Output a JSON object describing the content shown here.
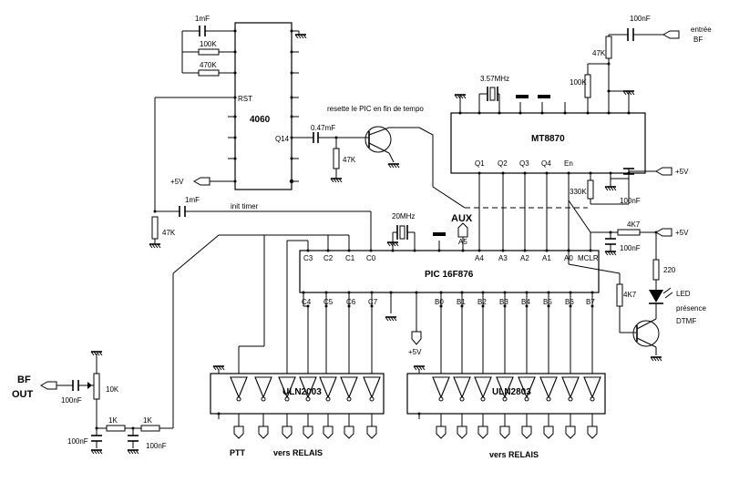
{
  "chips": {
    "counter": "4060",
    "dtmf": "MT8870",
    "pic": "PIC 16F876",
    "drv1": "ULN2003",
    "drv2": "ULN2803"
  },
  "pins": {
    "rst": "RST",
    "q14": "Q14",
    "mt": [
      "Q1",
      "Q2",
      "Q3",
      "Q4",
      "En"
    ],
    "pic_top": [
      "C3",
      "C2",
      "C1",
      "C0",
      "A5",
      "A4",
      "A3",
      "A2",
      "A1",
      "A0",
      "MCLR"
    ],
    "pic_bottom": [
      "C4",
      "C5",
      "C6",
      "C7",
      "B0",
      "B1",
      "B2",
      "B3",
      "B4",
      "B5",
      "B6",
      "B7"
    ]
  },
  "components": {
    "c_1mf_top": "1mF",
    "r_100k": "100K",
    "r_470k": "470K",
    "c_047": "0.47mF",
    "r_47k_q": "47K",
    "crystal_mt": "3.57MHz",
    "r_100k_mt": "100K",
    "r_47k_mt": "47K",
    "c_100nf_in": "100nF",
    "r_330k": "330K",
    "c_100nf_en": "100nF",
    "c_1mf_timer": "1mF",
    "r_47k_timer": "47K",
    "crystal_pic": "20MHz",
    "r_4k7_mclr": "4K7",
    "c_100nf_mclr": "100nF",
    "r_4k7_base": "4K7",
    "r_220": "220",
    "pot_10k": "10K",
    "r_1k_a": "1K",
    "r_1k_b": "1K",
    "c_100nf_out": "100nF",
    "c_100nf_f1": "100nF",
    "c_100nf_f2": "100nF"
  },
  "labels": {
    "reset_note": "resette le PIC en fin de tempo",
    "init_timer": "init timer",
    "aux": "AUX",
    "plus5v_1": "+5V",
    "plus5v_2": "+5V",
    "plus5v_3": "+5V",
    "plus5v_4": "+5V",
    "entree_bf_1": "entrée",
    "entree_bf_2": "BF",
    "bf_out_1": "BF",
    "bf_out_2": "OUT",
    "led_1": "LED",
    "led_2": "présence",
    "led_3": "DTMF",
    "ptt": "PTT",
    "vers_relais_1": "vers RELAIS",
    "vers_relais_2": "vers  RELAIS"
  }
}
